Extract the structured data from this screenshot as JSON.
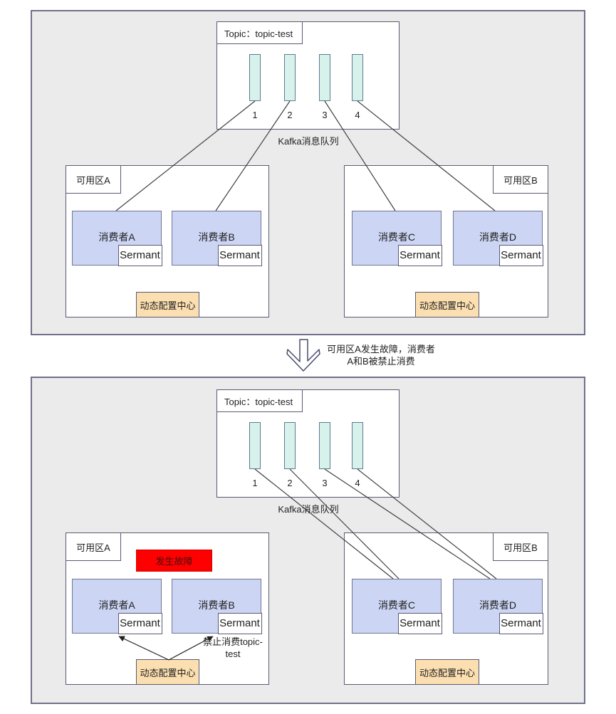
{
  "colors": {
    "container_bg": "#ebebeb",
    "container_border": "#70708a",
    "box_border": "#5a5a74",
    "partition_fill": "#d7f2ea",
    "partition_border": "#5d7a94",
    "consumer_fill": "#ccd6f4",
    "consumer_border": "#6f7694",
    "config_fill": "#fcdfb1",
    "fault_red": "#fe0000",
    "line_color": "#404040"
  },
  "transition": {
    "arrow_icon": "down-block-arrow",
    "note_line1": "可用区A发生故障，消费者",
    "note_line2": "A和B被禁止消费"
  },
  "diagram_before": {
    "kafka": {
      "topic_label": "Topic：topic-test",
      "partitions": [
        "1",
        "2",
        "3",
        "4"
      ],
      "caption": "Kafka消息队列"
    },
    "zone_a": {
      "label": "可用区A",
      "consumers": [
        {
          "name": "消费者A",
          "agent": "Sermant"
        },
        {
          "name": "消费者B",
          "agent": "Sermant"
        }
      ],
      "config_center": "动态配置中心"
    },
    "zone_b": {
      "label": "可用区B",
      "consumers": [
        {
          "name": "消费者C",
          "agent": "Sermant"
        },
        {
          "name": "消费者D",
          "agent": "Sermant"
        }
      ],
      "config_center": "动态配置中心"
    }
  },
  "diagram_after": {
    "kafka": {
      "topic_label": "Topic：topic-test",
      "partitions": [
        "1",
        "2",
        "3",
        "4"
      ],
      "caption": "Kafka消息队列"
    },
    "zone_a": {
      "label": "可用区A",
      "fault_banner": "发生故障",
      "consumers": [
        {
          "name": "消费者A",
          "agent": "Sermant"
        },
        {
          "name": "消费者B",
          "agent": "Sermant"
        }
      ],
      "config_center": "动态配置中心",
      "ban_note_line1": "禁止消费topic-",
      "ban_note_line2": "test"
    },
    "zone_b": {
      "label": "可用区B",
      "consumers": [
        {
          "name": "消费者C",
          "agent": "Sermant"
        },
        {
          "name": "消费者D",
          "agent": "Sermant"
        }
      ],
      "config_center": "动态配置中心"
    }
  }
}
